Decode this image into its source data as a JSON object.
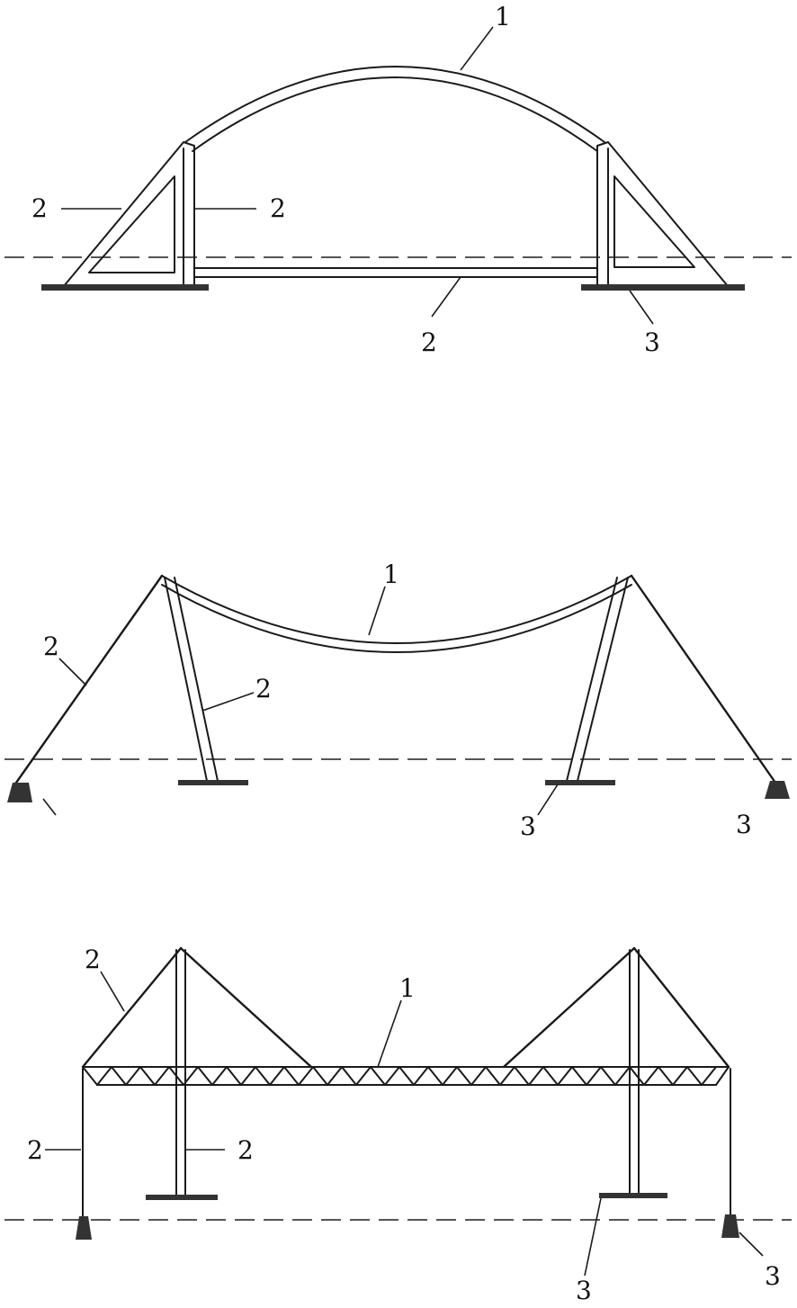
{
  "figures": [
    {
      "id": "arch-structure",
      "labels": {
        "arch": "1",
        "strut_left_outer": "2",
        "strut_left_inner": "2",
        "tie": "2",
        "foundation": "3"
      }
    },
    {
      "id": "suspension-structure",
      "labels": {
        "cable": "1",
        "backstay": "2",
        "mast": "2",
        "foundation_mid": "3",
        "anchor": "3"
      }
    },
    {
      "id": "truss-structure",
      "labels": {
        "truss": "1",
        "stay": "2",
        "hanger": "2",
        "mast": "2",
        "foundation": "3",
        "anchor": "3"
      }
    }
  ],
  "colors": {
    "stroke": "#1a1a1a",
    "ground_line": "#555555",
    "foundation": "#333333"
  }
}
